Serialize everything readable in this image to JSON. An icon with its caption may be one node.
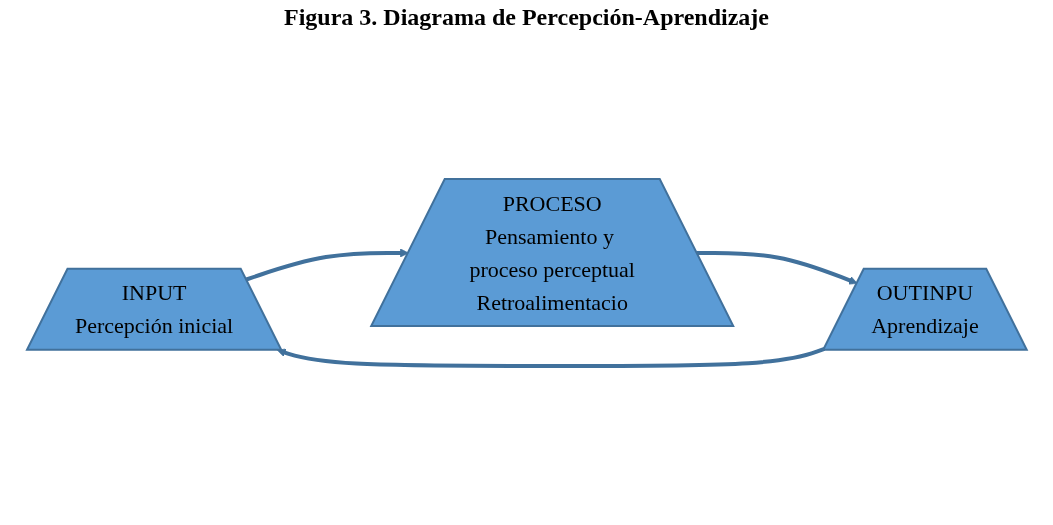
{
  "diagram": {
    "title": "Figura 3. Diagrama de Percepción-Aprendizaje",
    "nodes": [
      {
        "text": [
          "INPUT",
          "Percepción inicial"
        ]
      },
      {
        "text": [
          "PROCESO",
          "Pensamiento y proceso perceptual",
          "Retroalimentacio"
        ]
      },
      {
        "text": [
          "OUTINPU",
          "Aprendizaje"
        ]
      }
    ],
    "edges": [
      {
        "from": 0,
        "to": 1,
        "arrow": "to"
      },
      {
        "from": 1,
        "to": 2,
        "arrow": "to"
      },
      {
        "from": 2,
        "to": 0,
        "arrow": "to"
      }
    ]
  }
}
